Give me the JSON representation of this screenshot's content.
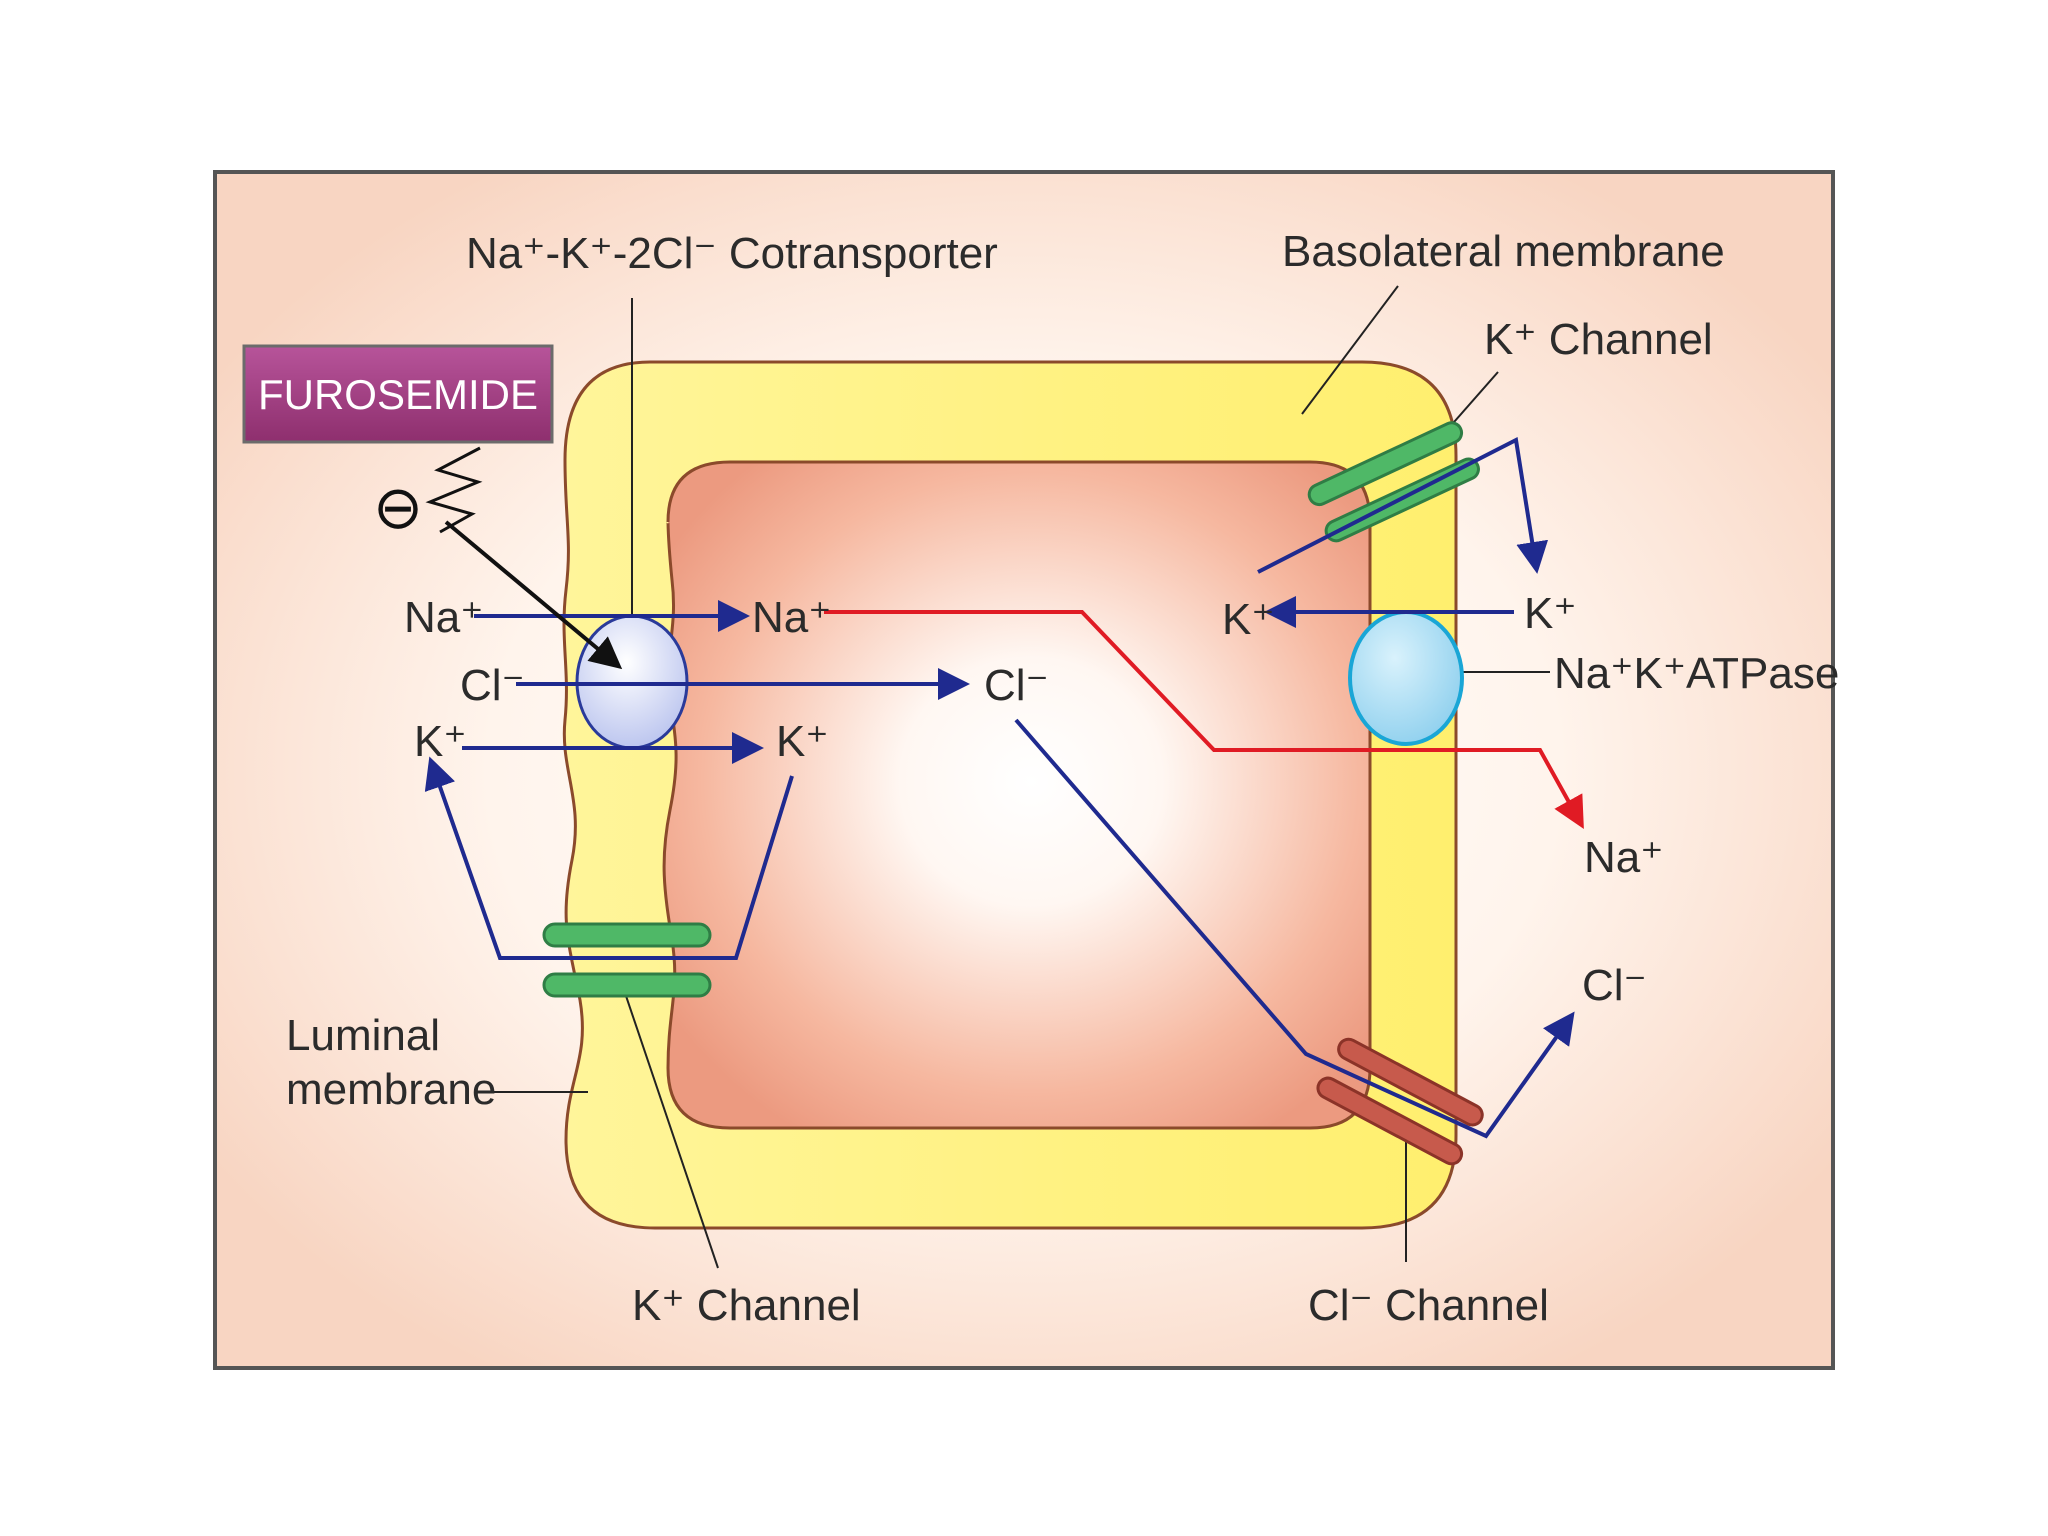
{
  "labels": {
    "cotransporter": "Na⁺-K⁺-2Cl⁻ Cotransporter",
    "basolateral": "Basolateral membrane",
    "k_channel_top": "K⁺ Channel",
    "drug": "FUROSEMIDE",
    "inhibit_symbol": "⊖",
    "na_out_left": "Na⁺",
    "cl_out_left": "Cl⁻",
    "k_out_left": "K⁺",
    "na_in": "Na⁺",
    "cl_in": "Cl⁻",
    "k_in": "K⁺",
    "k_in_right": "K⁺",
    "k_out_right": "K⁺",
    "atpase": "Na⁺K⁺ATPase",
    "na_out_right": "Na⁺",
    "cl_out_right": "Cl⁻",
    "luminal": "Luminal",
    "membrane": "membrane",
    "k_channel_bottom": "K⁺ Channel",
    "cl_channel_bottom": "Cl⁻ Channel"
  },
  "colors": {
    "background": "#fbe3d6",
    "frame": "#555555",
    "membrane": "#fff27a",
    "cytoplasm": "#f0a58c",
    "cell_outline": "#8b4a2b",
    "flow_blue": "#1f2a8f",
    "flow_red": "#e01b24",
    "furosemide_box": "#a4407f",
    "k_channel": "#4fb867",
    "cl_channel": "#c75a4c",
    "atpase": "#a8dcf2",
    "cotransporter": "#dde3fb"
  }
}
